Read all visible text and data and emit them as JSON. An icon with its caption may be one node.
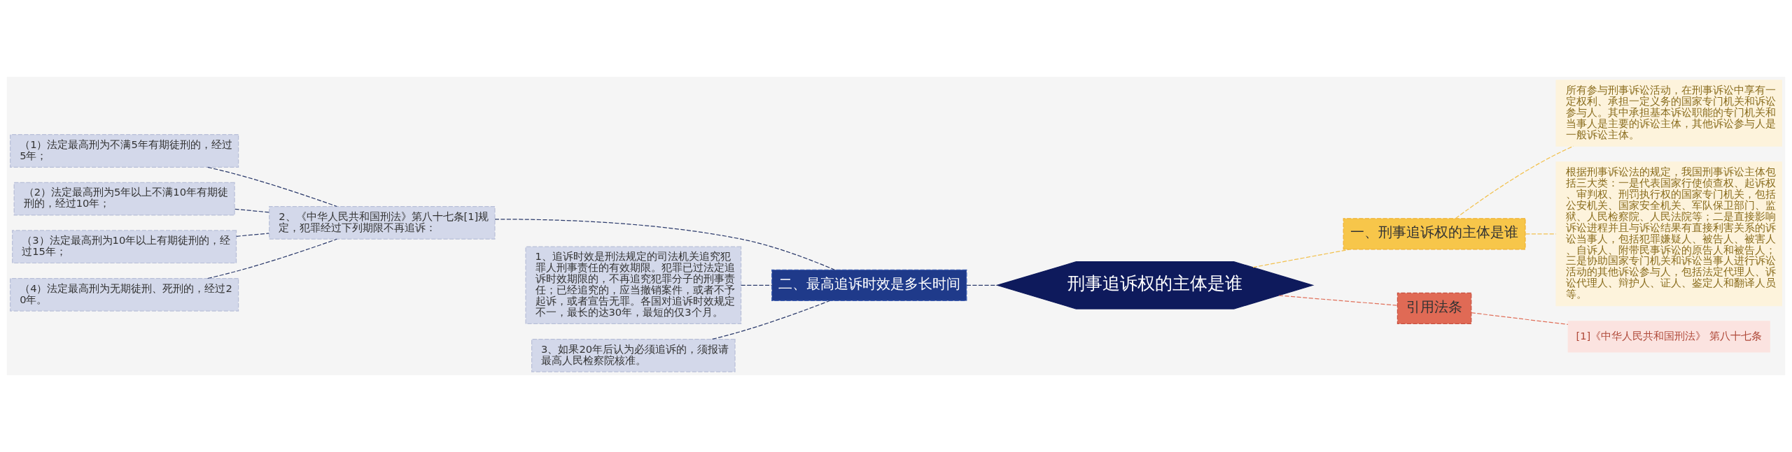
{
  "diagram": {
    "nodes": [
      {
        "text": [
          "（1）法定最高刑为不满5年有期徒刑的，经过5年；"
        ]
      },
      {
        "text": [
          "（2）法定最高刑为5年以上不满10年有期徒刑的，经过10年；"
        ]
      },
      {
        "text": [
          "（3）法定最高刑为10年以上有期徒刑的，经过15年；"
        ]
      },
      {
        "text": [
          "（4）法定最高刑为无期徒刑、死刑的，经过20年。"
        ]
      },
      {
        "text": [
          "2、《中华人民共和国刑法》第八十七条[1]规定，犯罪经过下列期限不再追诉："
        ]
      },
      {
        "text": [
          "1、追诉时效是刑法规定的司法机关追究犯罪人刑事责任的有效期限。犯罪已过法定追诉时效期限的，不再追究犯罪分子的刑事责任；已经追究的，应当撤销案件，或者不予起诉，或者宣告无罪。各国对追诉时效规定不一，最长的达30年，最短的仅3个月。"
        ]
      },
      {
        "text": [
          "3、如果20年后认为必须追诉的，须报请最高人民检察院核准。"
        ]
      },
      {
        "text": [
          "二、最高追诉时效是多长时间"
        ]
      },
      {
        "text": [
          "刑事追诉权的主体是谁"
        ]
      },
      {
        "text": [
          "一、刑事追诉权的主体是谁"
        ]
      },
      {
        "text": [
          "所有参与刑事诉讼活动，在刑事诉讼中享有一定权利、承担一定义务的国家专门机关和诉讼参与人。其中承担基本诉讼职能的专门机关和当事人是主要的诉讼主体，其他诉讼参与人是一般诉讼主体。"
        ]
      },
      {
        "text": [
          "根据刑事诉讼法的规定，我国刑事诉讼主体包括三大类：一是代表国家行使侦查权、起诉权、审判权、刑罚执行权的国家专门机关，包括公安机关、国家安全机关、军队保卫部门、监狱、人民检察院、人民法院等；二是直接影响诉讼进程并且与诉讼结果有直接利害关系的诉讼当事人，包括犯罪嫌疑人、被告人、被害人、自诉人、附带民事诉讼的原告人和被告人；三是协助国家专门机关和诉讼当事人进行诉讼活动的其他诉讼参与人，包括法定代理人、诉讼代理人、辩护人、证人、鉴定人和翻译人员等。"
        ]
      },
      {
        "text": [
          "引用法条"
        ]
      },
      {
        "text": [
          "[1]《中华人民共和国刑法》 第八十七条"
        ]
      }
    ],
    "edges": [
      {
        "from": 0,
        "to": 4,
        "arrow": "none",
        "style": "dashed"
      },
      {
        "from": 1,
        "to": 4,
        "arrow": "none",
        "style": "dashed"
      },
      {
        "from": 2,
        "to": 4,
        "arrow": "none",
        "style": "dashed"
      },
      {
        "from": 3,
        "to": 4,
        "arrow": "none",
        "style": "dashed"
      },
      {
        "from": 5,
        "to": 7,
        "arrow": "none",
        "style": "dashed"
      },
      {
        "from": 4,
        "to": 7,
        "arrow": "none",
        "style": "dashed"
      },
      {
        "from": 6,
        "to": 7,
        "arrow": "none",
        "style": "dashed"
      },
      {
        "from": 7,
        "to": 8,
        "arrow": "none",
        "style": "dashed"
      },
      {
        "from": 8,
        "to": 9,
        "arrow": "none",
        "style": "dashed",
        "color": "#f2c14e"
      },
      {
        "from": 8,
        "to": 12,
        "arrow": "none",
        "style": "dashed",
        "color": "#e0705a"
      },
      {
        "from": 9,
        "to": 10,
        "arrow": "none",
        "style": "dashed",
        "color": "#f2c14e"
      },
      {
        "from": 9,
        "to": 11,
        "arrow": "none",
        "style": "dashed",
        "color": "#f2c14e"
      },
      {
        "from": 12,
        "to": 13,
        "arrow": "none",
        "style": "dashed",
        "color": "#e0705a"
      }
    ]
  }
}
